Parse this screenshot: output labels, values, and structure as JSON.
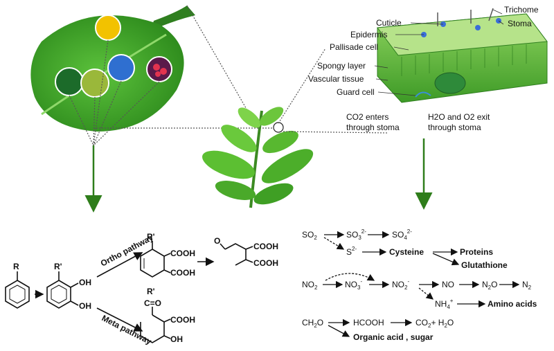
{
  "leaf_anatomy_labels": {
    "trichome": "Trichome",
    "stoma": "Stoma",
    "cuticle": "Cuticle",
    "epidermis": "Epidermis",
    "pallisade_cell": "Pallisade cell",
    "spongy_layer": "Spongy layer",
    "vascular_tissue": "Vascular tissue",
    "guard_cell": "Guard cell",
    "co2_line1": "CO2 enters",
    "co2_line2": "through stoma",
    "h2o_line1": "H2O and O2 exit",
    "h2o_line2": "through stoma"
  },
  "aromatic": {
    "r": "R",
    "r_prime": "R'",
    "oh_top": "OH",
    "oh_bottom": "OH",
    "ortho_label": "Ortho pathway",
    "meta_label": "Meta pathway",
    "ortho_rprime": "R'",
    "ortho_cooh1": "COOH",
    "ortho_cooh2": "COOH",
    "keto_o": "O",
    "keto_cooh1": "COOH",
    "keto_cooh2": "COOH",
    "meta_rprime": "R'",
    "meta_co": "C=O",
    "meta_cooh": "COOH",
    "meta_oh": "OH"
  },
  "reactions": {
    "so2": "SO",
    "so3": "SO",
    "so4": "SO",
    "s2": "S",
    "cysteine": "Cysteine",
    "proteins": "Proteins",
    "glutathione": "Glutathione",
    "no2": "NO",
    "no3": "NO",
    "no2b": "NO",
    "no": "NO",
    "n2o": "N",
    "n2": "N",
    "nh4": "NH",
    "amino_acids": "Amino acids",
    "ch2o": "CH",
    "hcooh": "HCOOH",
    "co2": "CO",
    "h2o_text": "+ H",
    "organic": "Organic acid , sugar"
  },
  "colors": {
    "leaf": "#3fa22c",
    "leaf_dark": "#2f7f1f",
    "arrow": "#2e7d1a"
  }
}
